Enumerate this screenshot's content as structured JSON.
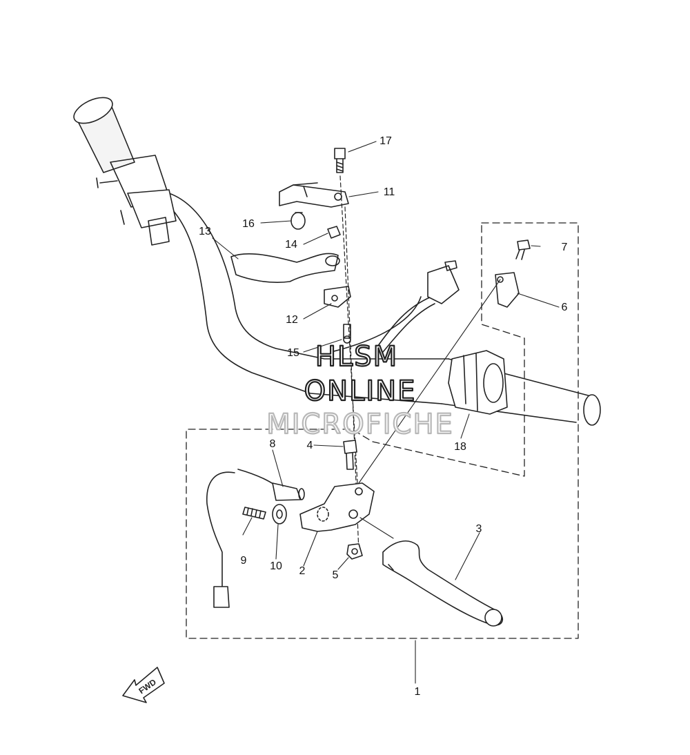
{
  "parts": [
    {
      "id": "p1",
      "number": "1"
    },
    {
      "id": "p2",
      "number": "2"
    },
    {
      "id": "p3",
      "number": "3"
    },
    {
      "id": "p4",
      "number": "4"
    },
    {
      "id": "p5",
      "number": "5"
    },
    {
      "id": "p6",
      "number": "6"
    },
    {
      "id": "p7",
      "number": "7"
    },
    {
      "id": "p8",
      "number": "8"
    },
    {
      "id": "p9",
      "number": "9"
    },
    {
      "id": "p10",
      "number": "10"
    },
    {
      "id": "p11",
      "number": "11"
    },
    {
      "id": "p12",
      "number": "12"
    },
    {
      "id": "p13",
      "number": "13"
    },
    {
      "id": "p14",
      "number": "14"
    },
    {
      "id": "p15",
      "number": "15"
    },
    {
      "id": "p16",
      "number": "16"
    },
    {
      "id": "p17",
      "number": "17"
    },
    {
      "id": "p18",
      "number": "18"
    }
  ],
  "direction_marker": {
    "text": "FWD",
    "icon": "forward-arrow-icon"
  },
  "watermark": {
    "lines": [
      "HLSM",
      "ONLINE",
      "MICROFICHE"
    ],
    "colors": [
      "#222222",
      "#222222",
      "#b8b8b8"
    ]
  },
  "colors": {
    "line": "#222222",
    "background": "#ffffff"
  }
}
